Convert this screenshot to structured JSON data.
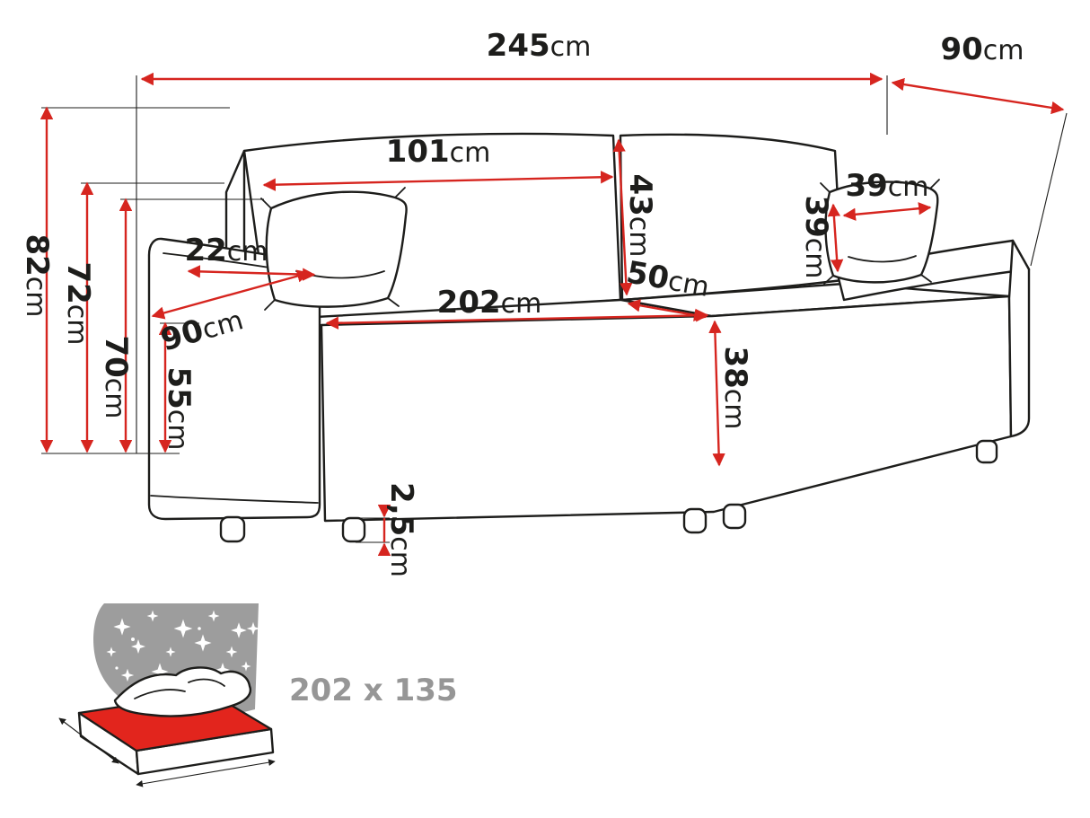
{
  "diagram": {
    "type": "furniture-dimension-drawing",
    "subject": "sofa-bed"
  },
  "colors": {
    "line": "#1d1d1b",
    "dimension_red": "#d6251f",
    "mattress_red": "#e2251d",
    "sky_gray": "#9d9d9d",
    "label_gray": "#969696"
  },
  "icons": {
    "star": "four-point-star",
    "span_arrow": "double-headed-arrow"
  },
  "dimensions": {
    "width_total": {
      "value": "245",
      "unit": "cm"
    },
    "depth_total": {
      "value": "90",
      "unit": "cm"
    },
    "backrest_width": {
      "value": "101",
      "unit": "cm"
    },
    "backrest_height": {
      "value": "43",
      "unit": "cm"
    },
    "pillow_width": {
      "value": "39",
      "unit": "cm"
    },
    "pillow_height": {
      "value": "39",
      "unit": "cm"
    },
    "armrest_width": {
      "value": "22",
      "unit": "cm"
    },
    "seat_depth": {
      "value": "50",
      "unit": "cm"
    },
    "armrest_depth": {
      "value": "90",
      "unit": "cm"
    },
    "seat_width": {
      "value": "202",
      "unit": "cm"
    },
    "seat_front_height": {
      "value": "38",
      "unit": "cm"
    },
    "height_total": {
      "value": "82",
      "unit": "cm"
    },
    "height_backrest": {
      "value": "72",
      "unit": "cm"
    },
    "height_seat_back": {
      "value": "70",
      "unit": "cm"
    },
    "height_armrest": {
      "value": "55",
      "unit": "cm"
    },
    "leg_height": {
      "value": "2,5",
      "unit": "cm"
    }
  },
  "sleeping_area": {
    "label": "202 x 135"
  }
}
